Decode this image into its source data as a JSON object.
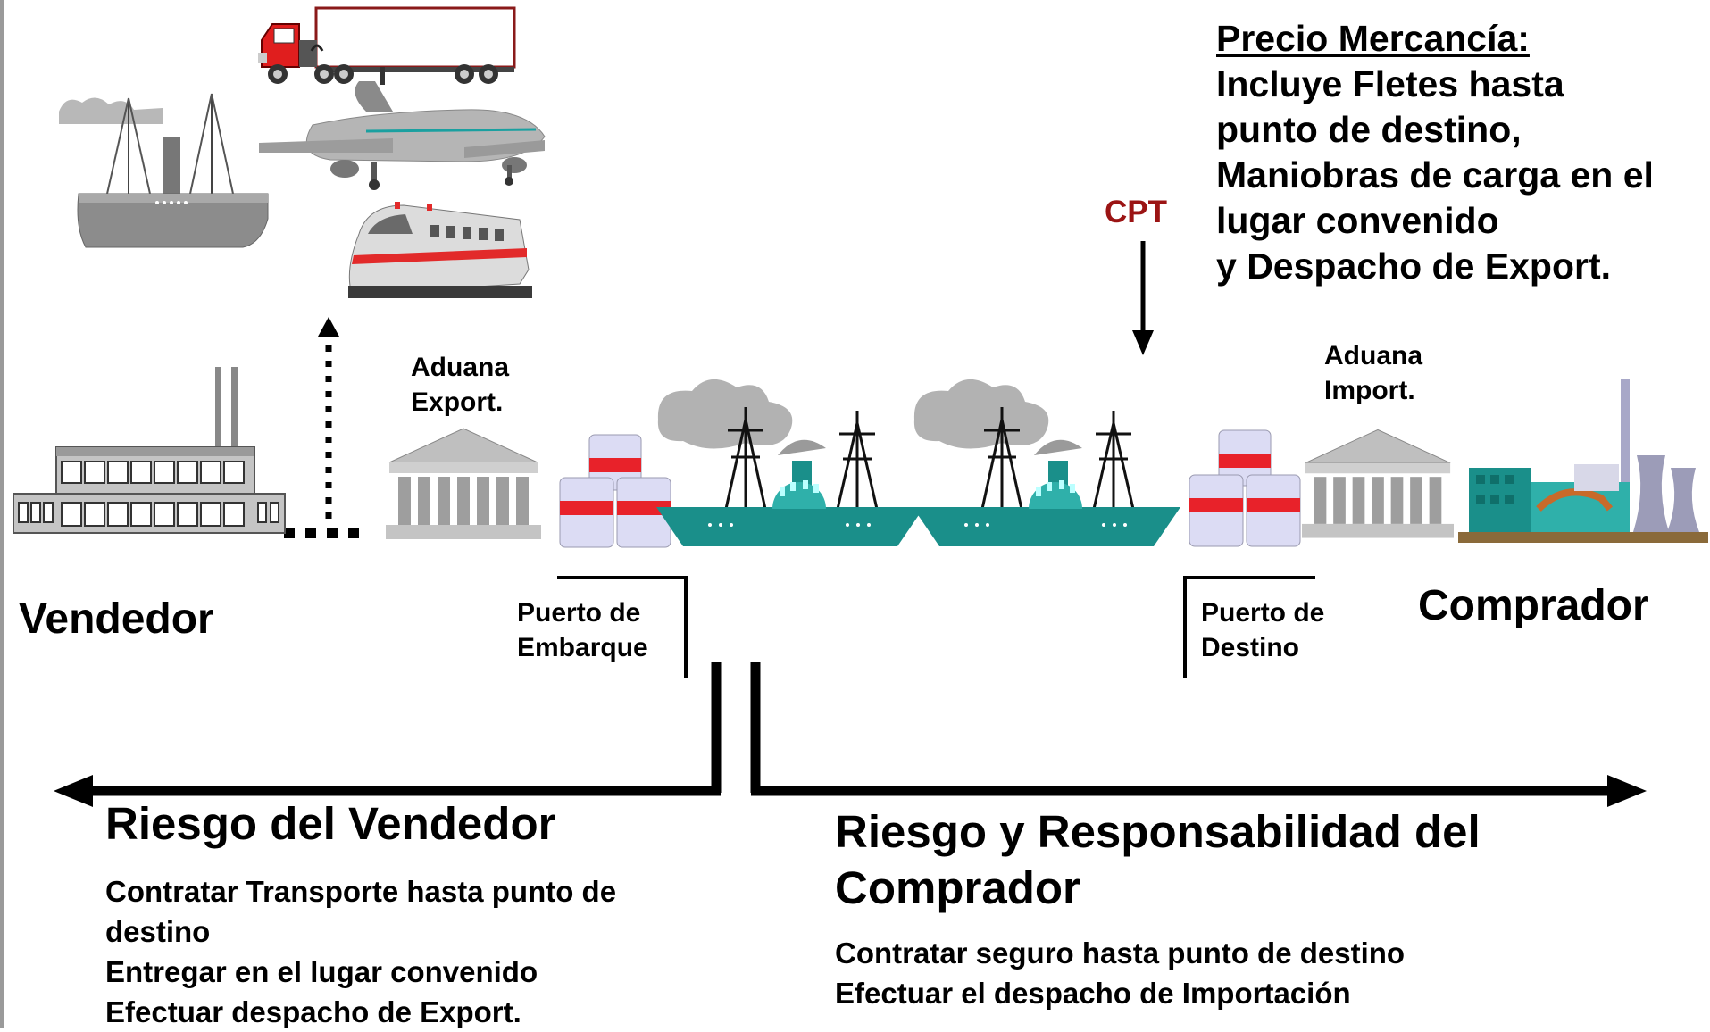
{
  "price_box": {
    "title": "Precio Mercancía:",
    "lines": [
      "Incluye Fletes hasta",
      "punto de destino,",
      "Maniobras de carga en el",
      "lugar convenido",
      "y Despacho de Export."
    ]
  },
  "cpt_label": "CPT",
  "customs_export": [
    "Aduana",
    "Export."
  ],
  "customs_import": [
    "Aduana",
    "Import."
  ],
  "seller_label": "Vendedor",
  "buyer_label": "Comprador",
  "port_origin": [
    "Puerto de",
    "Embarque"
  ],
  "port_destination": [
    "Puerto de",
    "Destino"
  ],
  "seller_risk": {
    "title": "Riesgo del Vendedor",
    "items": [
      "Contratar Transporte hasta punto de",
      "destino",
      "Entregar en el lugar convenido",
      "Efectuar despacho de Export."
    ]
  },
  "buyer_risk": {
    "title": "Riesgo y Responsabilidad del Comprador",
    "items": [
      "Contratar seguro hasta punto de destino",
      "Efectuar el despacho de Importación"
    ]
  },
  "colors": {
    "cpt_red": "#9b1414",
    "ship_teal": "#1a8f8a",
    "container_red": "#e8222a",
    "container_lavender": "#dcdcf4",
    "building_gray": "#9e9e9e"
  },
  "icons": [
    "truck-icon",
    "airplane-icon",
    "steamship-icon",
    "train-icon",
    "factory-icon",
    "customs-building-icon",
    "container-stack-icon",
    "cargo-ship-icon",
    "power-plant-icon"
  ]
}
